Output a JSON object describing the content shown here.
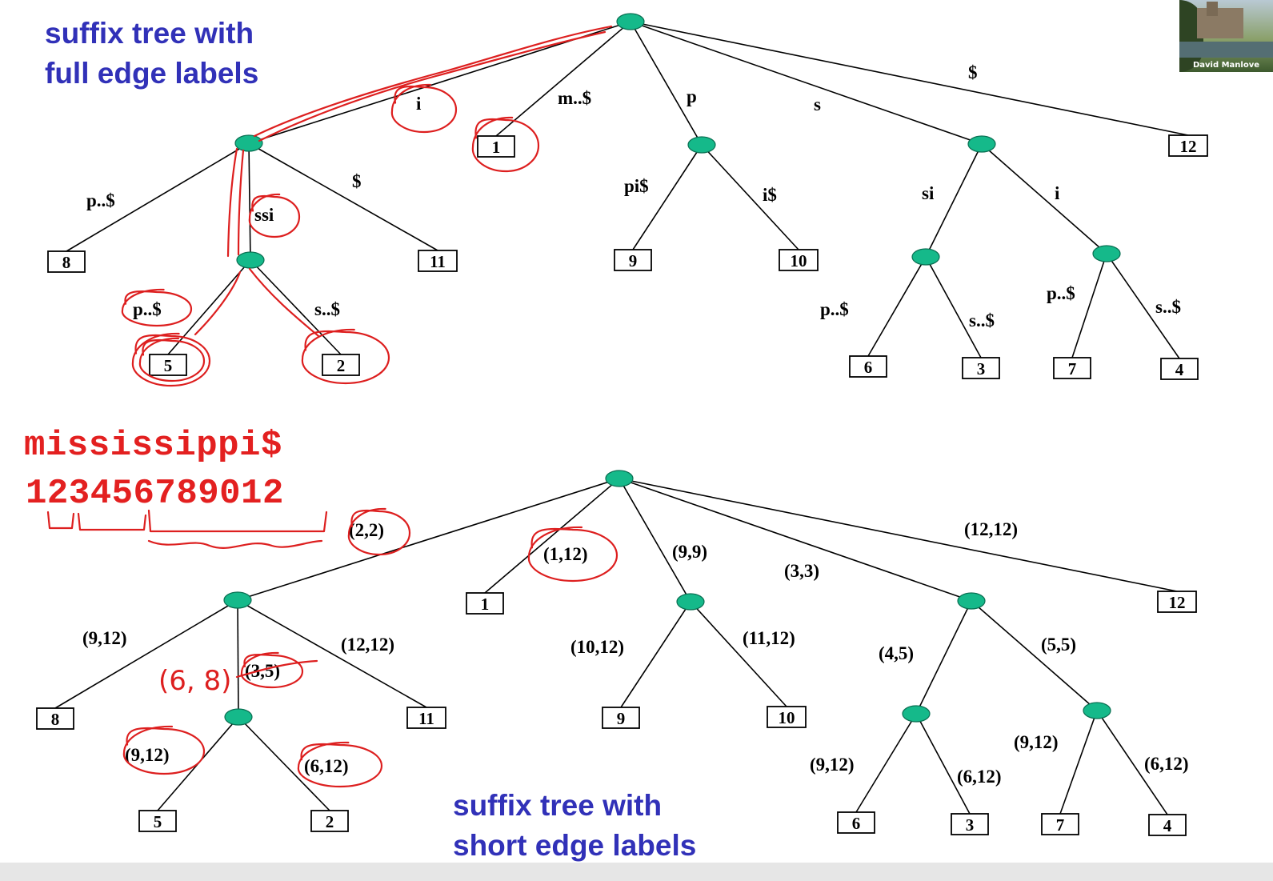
{
  "top_title": [
    "suffix tree with",
    "full edge labels"
  ],
  "bottom_title": [
    "suffix tree with",
    "short edge labels"
  ],
  "string": "mississippi$",
  "positions": "123456789012",
  "presenter": "David Manlove",
  "top_tree": {
    "edge_labels": [
      "i",
      "m..$",
      "p",
      "s",
      "$",
      "p..$",
      "ssi",
      "$",
      "pi$",
      "i$",
      "si",
      "i",
      "p..$",
      "s..$",
      "p..$",
      "s..$",
      "p..$",
      "s..$"
    ],
    "leaves": [
      "1",
      "12",
      "8",
      "11",
      "9",
      "10",
      "5",
      "2",
      "6",
      "3",
      "7",
      "4"
    ]
  },
  "bottom_tree": {
    "edge_labels": [
      "(2,2)",
      "(1,12)",
      "(9,9)",
      "(3,3)",
      "(12,12)",
      "(9,12)",
      "(3,5)",
      "(12,12)",
      "(10,12)",
      "(11,12)",
      "(4,5)",
      "(5,5)",
      "(9,12)",
      "(6,12)",
      "(9,12)",
      "(6,12)",
      "(9,12)",
      "(6,12)"
    ],
    "leaves": [
      "1",
      "12",
      "8",
      "11",
      "9",
      "10",
      "5",
      "2",
      "6",
      "3",
      "7",
      "4"
    ]
  },
  "annotation": "(6, 8)",
  "colors": {
    "node": "#15b98a",
    "title": "#3131b8",
    "ink": "#dd1f1f"
  }
}
